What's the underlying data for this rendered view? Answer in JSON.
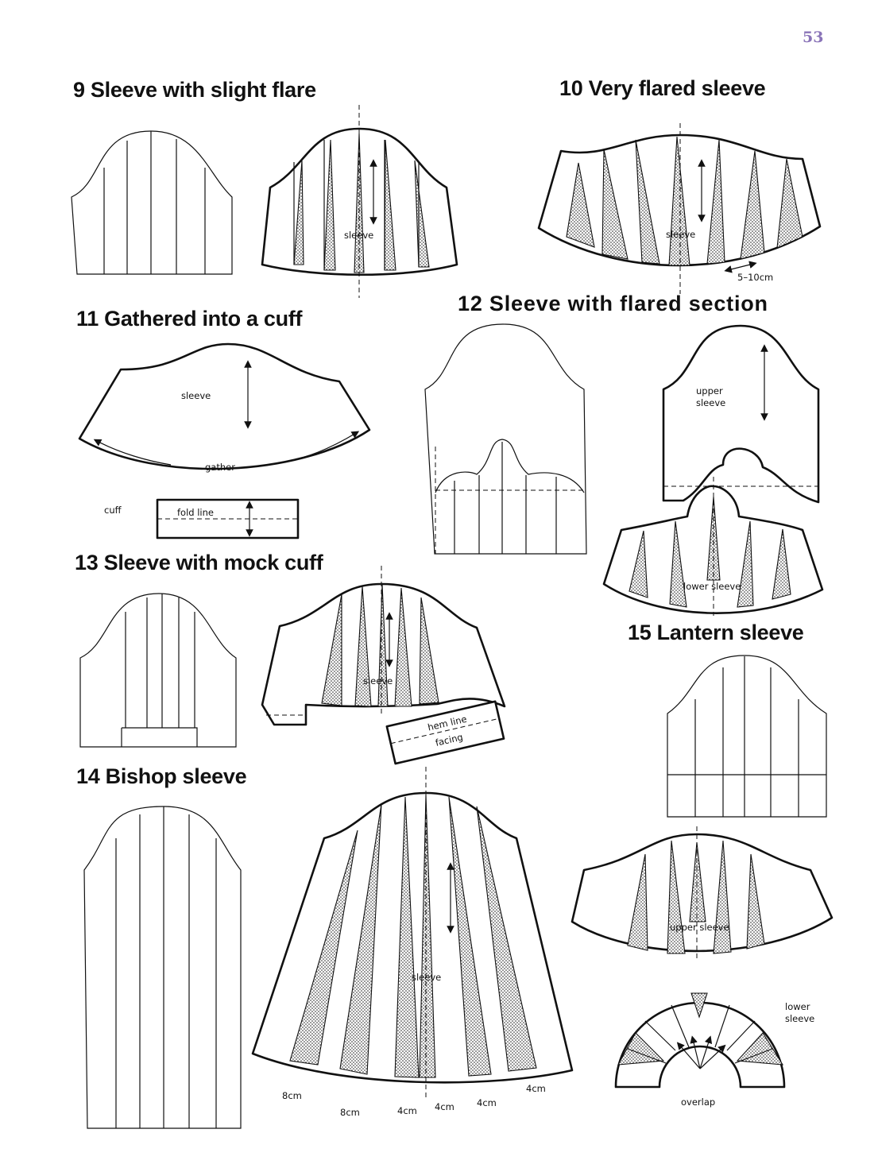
{
  "page_number": "53",
  "headings": {
    "h9": "9 Sleeve with slight flare",
    "h10": "10 Very flared sleeve",
    "h11": "11 Gathered into a cuff",
    "h12": "12 Sleeve with flared section",
    "h13": "13 Sleeve with mock cuff",
    "h14": "14 Bishop sleeve",
    "h15": "15 Lantern sleeve"
  },
  "labels": {
    "sleeve": "sleeve",
    "flare_amount": "5–10cm",
    "gather": "gather",
    "cuff": "cuff",
    "fold_line": "fold line",
    "upper_sleeve_stacked": [
      "upper",
      "sleeve"
    ],
    "lower_sleeve": "lower sleeve",
    "hem_line": "hem line",
    "facing": "facing",
    "upper_sleeve": "upper sleeve",
    "lower_sleeve_stacked": [
      "lower",
      "sleeve"
    ],
    "overlap": "overlap",
    "measure_8cm": "8cm",
    "measure_4cm": "4cm"
  },
  "colors": {
    "ink": "#111111",
    "page_number": "#8a74b8",
    "paper": "#ffffff"
  }
}
